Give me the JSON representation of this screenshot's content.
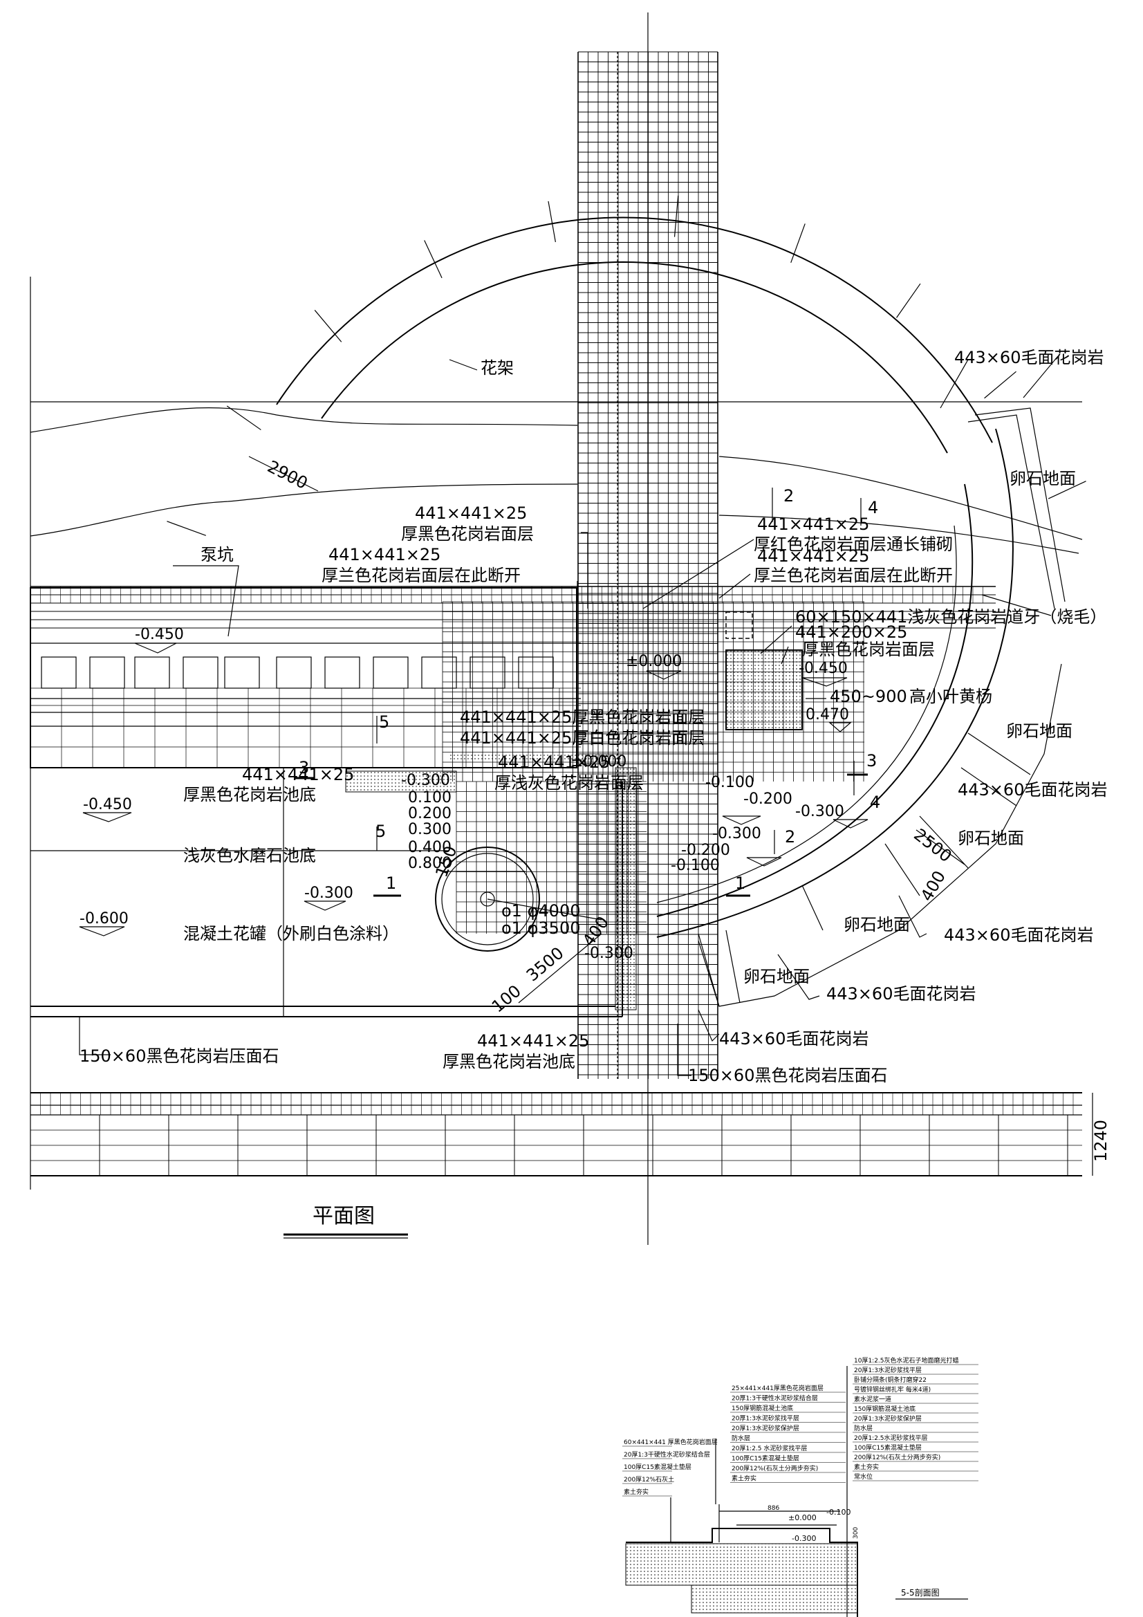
{
  "plan": {
    "title": "平面图",
    "labels": {
      "huajia": "花架",
      "bengkeng": "泵坑",
      "dim_2900": "2900",
      "dim_2500": "2500",
      "dim_400a": "400",
      "dim_1240": "1240",
      "dim_150": "150",
      "dim_3500": "3500",
      "dim_400b": "400",
      "dim_100": "100",
      "maomian_1": "443×60毛面花岗岩",
      "maomian_2": "443×60毛面花岗岩",
      "maomian_3": "443×60毛面花岗岩",
      "maomian_4": "443×60毛面花岗岩",
      "maomian_5": "443×60毛面花岗岩",
      "luanshi_1": "卵石地面",
      "luanshi_2": "卵石地面",
      "luanshi_3": "卵石地面",
      "luanshi_4": "卵石地面",
      "luanshi_5": "卵石地面",
      "hei_mian_top_1": "441×441×25",
      "hei_mian_top_2": "厚黑色花岗岩面层",
      "lan_left_1": "441×441×25",
      "lan_left_2": "厚兰色花岗岩面层在此断开",
      "hong_1": "441×441×25",
      "hong_2": "厚红色花岗岩面层通长铺砌",
      "lan_right_1": "441×441×25",
      "lan_right_2": "厚兰色花岗岩面层在此断开",
      "daoya": "60×150×441浅灰色花岗岩道牙（烧毛）",
      "hei_200_1": "441×200×25",
      "hei_200_2": "厚黑色花岗岩面层",
      "huangyang_size": "450~900",
      "huangyang": "高小叶黄杨",
      "hei_mid": "441×441×25厚黑色花岗岩面层",
      "bai_mid": "441×441×25厚白色花岗岩面层",
      "qianhui_1": "441×441×25",
      "qianhui_2": "厚浅灰色花岗岩面层",
      "chidi_hei_1": "441×441×25",
      "chidi_hei_2": "厚黑色花岗岩池底",
      "shuimo": "浅灰色水磨石池底",
      "huaguan": "混凝土花罐（外刷白色涂料）",
      "phi4000": "o1 φ4000",
      "phi3500": "o1 φ3500",
      "chidi_b_1": "441×441×25",
      "chidi_b_2": "厚黑色花岗岩池底",
      "yamian_left": "150×60黑色花岗岩压面石",
      "yamian_right": "150×60黑色花岗岩压面石"
    },
    "elevations": {
      "e_m0450_a": "-0.450",
      "e_pm0000_a": "±0.000",
      "e_m0450_b": "-0.450",
      "e_0470": "0.470",
      "e_pm0000_b": "±0.000",
      "e_m0100_a": "-0.100",
      "e_m0200_a": "-0.200",
      "e_m0300_a": "-0.300",
      "e_m0300_b": "-0.300",
      "e_0100": "0.100",
      "e_0200": "0.200",
      "e_0300": "0.300",
      "e_0400": "0.400",
      "e_0800": "0.800",
      "e_m0450_c": "-0.450",
      "e_m0300_c": "-0.300",
      "e_m0200_b": "-0.200",
      "e_m0100_b": "-0.100",
      "e_m0300_d": "-0.300",
      "e_m0600": "-0.600",
      "e_m0300_e": "-0.300"
    },
    "section_marks": {
      "s2_top": "2",
      "s4_top": "4",
      "s5_a": "5",
      "s3_left": "3",
      "s3_right": "3",
      "s4_right": "4",
      "s5_b": "5",
      "s2_mid": "2",
      "s1_left": "1",
      "s1_right": "1"
    }
  },
  "section": {
    "title": "5-5剖面图",
    "left_notes": [
      "60×441×441 厚黑色花岗岩面层",
      "20厚1:3干硬性水泥砂浆结合层",
      "100厚C15素混凝土垫层",
      "200厚12%石灰土",
      "素土夯实"
    ],
    "mid_notes": [
      "25×441×441厚黑色花岗岩面层",
      "20厚1:3干硬性水泥砂浆结合层",
      "150厚钢筋混凝土池底",
      "20厚1:3水泥砂浆找平层",
      "20厚1:3水泥砂浆保护层",
      "防水层",
      "20厚1:2.5 水泥砂浆找平层",
      "100厚C15素混凝土垫层",
      "200厚12%(石灰土分两步夯实)",
      "素土夯实"
    ],
    "right_notes": [
      "10厚1:2.5灰色水泥石子地面磨光打蜡",
      "20厚1:3水泥砂浆找平层",
      "卧铺分隔条(铜条打磨穿22",
      "号镀锌钢丝绑扎牢 每米4道)",
      "素水泥浆一道",
      "150厚钢筋混凝土池底",
      "20厚1:3水泥砂浆保护层",
      "防水层",
      "20厚1:2.5水泥砂浆找平层",
      "100厚C15素混凝土垫层",
      "200厚12%(石灰土分两步夯实)",
      "素土夯实",
      "常水位"
    ],
    "dim_886": "886",
    "elev_pm0000": "±0.000",
    "elev_m0100": "-0.100",
    "elev_m0300": "-0.300",
    "dim_300": "300"
  }
}
